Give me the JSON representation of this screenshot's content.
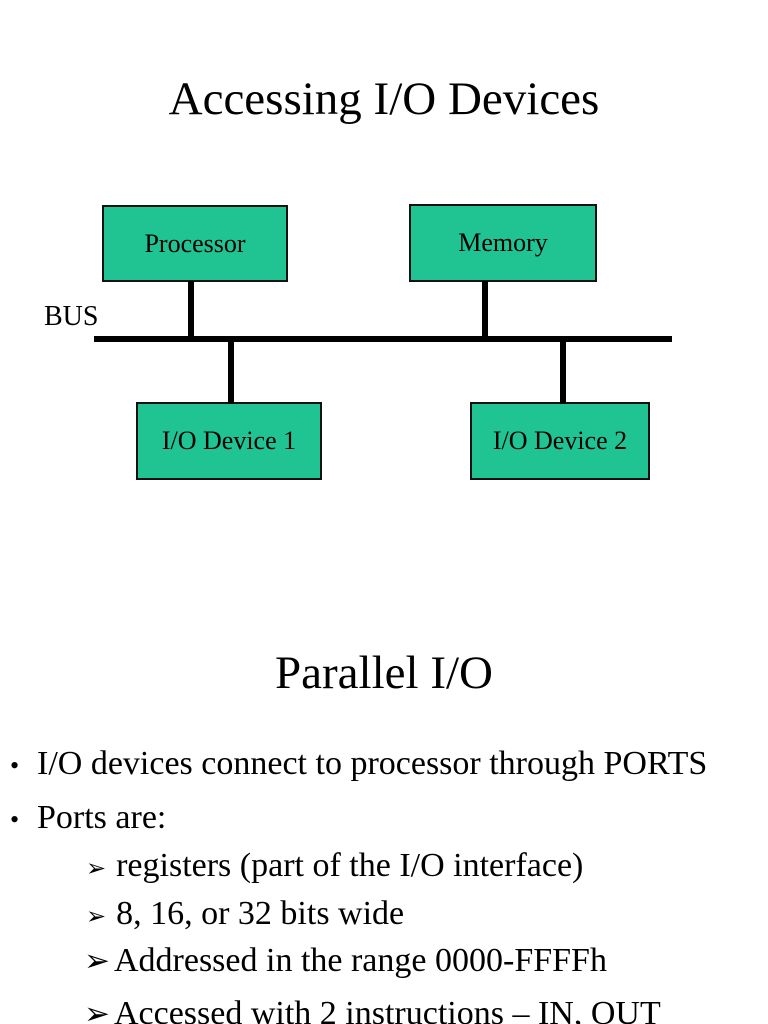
{
  "slide1": {
    "title": "Accessing I/O Devices",
    "diagram": {
      "bus_label": "BUS",
      "boxes": [
        {
          "label": "Processor"
        },
        {
          "label": "Memory"
        },
        {
          "label": "I/O Device 1"
        },
        {
          "label": "I/O Device 2"
        }
      ]
    }
  },
  "slide2": {
    "title": "Parallel I/O",
    "bullets": [
      {
        "marker": "•",
        "text": "I/O devices connect to processor through PORTS"
      },
      {
        "marker": "•",
        "text": "Ports are:"
      }
    ],
    "sub_bullets": [
      {
        "marker": "➢",
        "text": "registers (part of the I/O interface)"
      },
      {
        "marker": "➢",
        "text": "8, 16, or 32 bits wide"
      },
      {
        "marker": "➢",
        "text": "Addressed in the range 0000-FFFFh"
      },
      {
        "marker": "➢",
        "text": "Accessed with 2 instructions – IN, OUT"
      }
    ]
  },
  "colors": {
    "box_fill": "#1fc492",
    "box_border": "#111111",
    "line_color": "#000000",
    "text_color": "#000000",
    "background": "#ffffff"
  }
}
